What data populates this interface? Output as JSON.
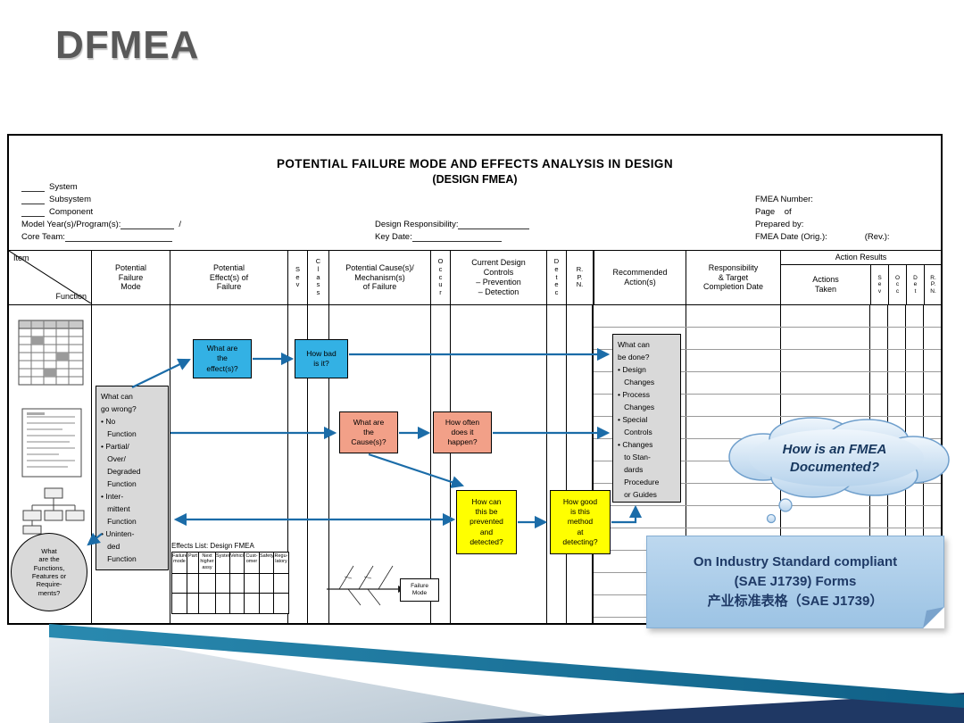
{
  "slide": {
    "title": "DFMEA"
  },
  "form": {
    "title_line1": "POTENTIAL FAILURE MODE AND EFFECTS ANALYSIS IN DESIGN",
    "title_line2": "(DESIGN FMEA)",
    "meta_left": {
      "system": "System",
      "subsystem": "Subsystem",
      "component": "Component",
      "model_year": "Model Year(s)/Program(s):",
      "model_year_value": "/",
      "core_team": "Core Team:"
    },
    "meta_center": {
      "design_responsibility": "Design Responsibility:",
      "key_date": "Key Date:"
    },
    "meta_right": {
      "fmea_number": "FMEA Number:",
      "page": "Page    of",
      "prepared_by": "Prepared by:",
      "fmea_date": "FMEA Date (Orig.):",
      "rev": "(Rev.):"
    },
    "columns": {
      "item": "Item",
      "function": "Function",
      "potential_failure_mode": "Potential\nFailure\nMode",
      "potential_effects": "Potential\nEffect(s) of\nFailure",
      "sev": "S\ne\nv",
      "class": "C\nl\na\ns\ns",
      "potential_causes": "Potential Cause(s)/\nMechanism(s)\nof Failure",
      "occur": "O\nc\nc\nu\nr",
      "current_controls": "Current Design\nControls\n– Prevention\n– Detection",
      "detec": "D\ne\nt\ne\nc",
      "rpn": "R.\nP.\nN.",
      "recommended_action": "Recommended\nAction(s)",
      "responsibility": "Responsibility\n& Target\nCompletion Date",
      "action_results": "Action Results",
      "actions_taken": "Actions\nTaken",
      "ar_sev": "S\ne\nv",
      "ar_occ": "O\nc\nc",
      "ar_det": "D\ne\nt",
      "ar_rpn": "R.\nP.\nN."
    }
  },
  "callouts": {
    "go_wrong": "What can\ngo wrong?\n• No\n   Function\n• Partial/\n   Over/\n   Degraded\n   Function\n• Inter-\n   mittent\n   Function\n• Uninten-\n   ded\n   Function",
    "effects": "What are\nthe\neffect(s)?",
    "how_bad": "How bad\nis it?",
    "causes": "What are\nthe\nCause(s)?",
    "how_often": "How often\ndoes it\nhappen?",
    "prevented": "How can\nthis be\nprevented\nand\ndetected?",
    "how_good": "How good\nis this\nmethod\nat\ndetecting?",
    "be_done": "What can\nbe done?\n• Design\n   Changes\n• Process\n   Changes\n• Special\n   Controls\n• Changes\n   to Stan-\n   dards\n   Procedure\n   or Guides",
    "functions_ellipse": "What\nare the\nFunctions,\nFeatures or\nRequire-\nments?"
  },
  "effects_list": {
    "title": "Effects List: Design FMEA",
    "headers": [
      "Failure\nmode",
      "Part",
      "Next\nhigher\nassy",
      "System",
      "Vehicle",
      "Cust-\nomer",
      "Safety",
      "Regu-\nlatory"
    ]
  },
  "fishbone": {
    "label": "Failure\nMode"
  },
  "cloud": {
    "text": "How is an FMEA\nDocumented?"
  },
  "note": {
    "line1": "On Industry Standard compliant",
    "line2": "(SAE J1739) Forms",
    "line3": "产业标准表格（SAE J1739）"
  },
  "colors": {
    "blue_box": "#33b1e4",
    "salmon_box": "#f2a088",
    "yellow_box": "#ffff00",
    "gray_box": "#d9d9d9",
    "arrow": "#1b6ca8",
    "note_bg": "#a9cde9",
    "cloud_text": "#17375e",
    "teal_band": "#1a7fa8",
    "navy_band": "#1f3864",
    "title_gray": "#595959"
  }
}
